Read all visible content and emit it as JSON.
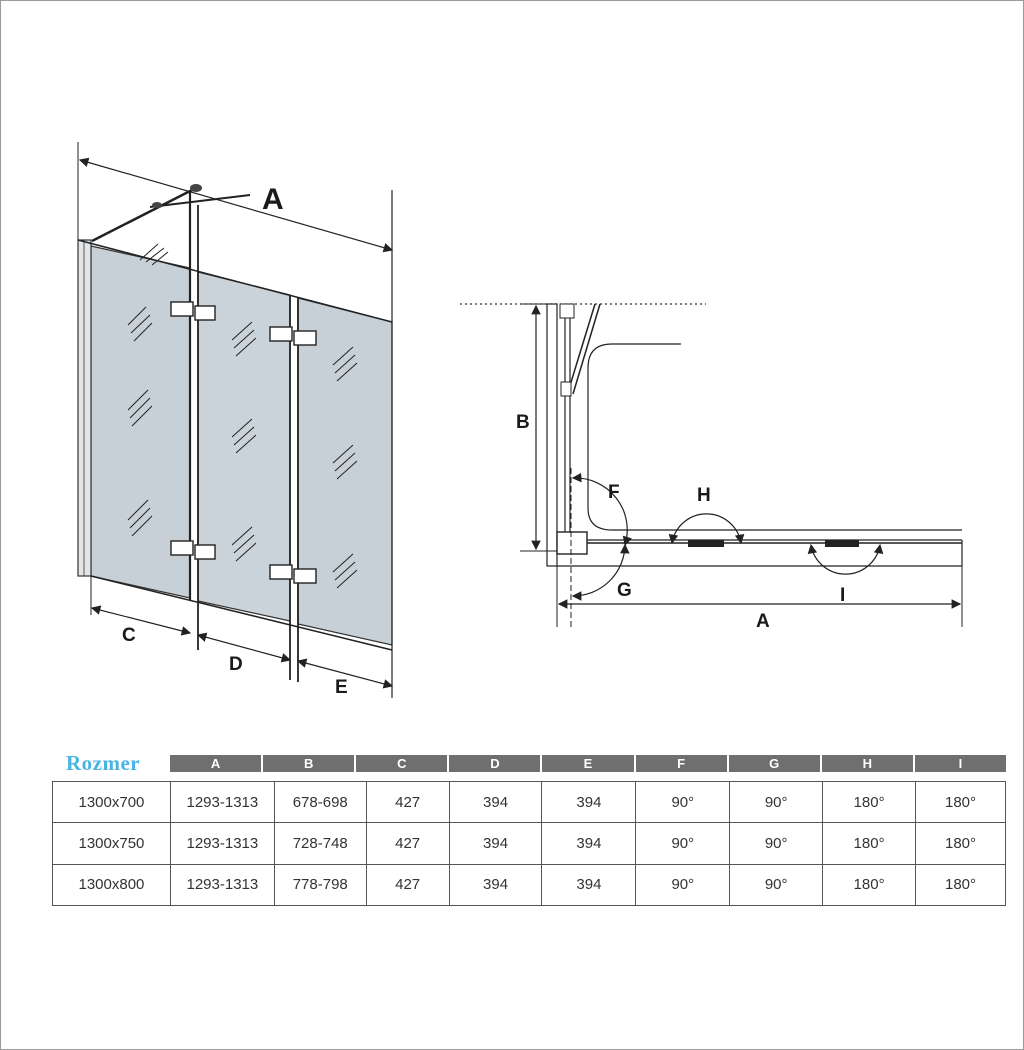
{
  "diagram": {
    "front_labels": {
      "A": "A",
      "C": "C",
      "D": "D",
      "E": "E"
    },
    "plan_labels": {
      "B": "B",
      "F": "F",
      "G": "G",
      "H": "H",
      "I": "I",
      "A": "A"
    }
  },
  "table": {
    "brand": "Rozmer",
    "headers": [
      "A",
      "B",
      "C",
      "D",
      "E",
      "F",
      "G",
      "H",
      "I"
    ],
    "rows": [
      [
        "1300x700",
        "1293-1313",
        "678-698",
        "427",
        "394",
        "394",
        "90°",
        "90°",
        "180°",
        "180°"
      ],
      [
        "1300x750",
        "1293-1313",
        "728-748",
        "427",
        "394",
        "394",
        "90°",
        "90°",
        "180°",
        "180°"
      ],
      [
        "1300x800",
        "1293-1313",
        "778-798",
        "427",
        "394",
        "394",
        "90°",
        "90°",
        "180°",
        "180°"
      ]
    ]
  },
  "colors": {
    "brand": "#47b4e3",
    "header_bg": "#6f6f6f",
    "glass": "#c6d0d6"
  }
}
